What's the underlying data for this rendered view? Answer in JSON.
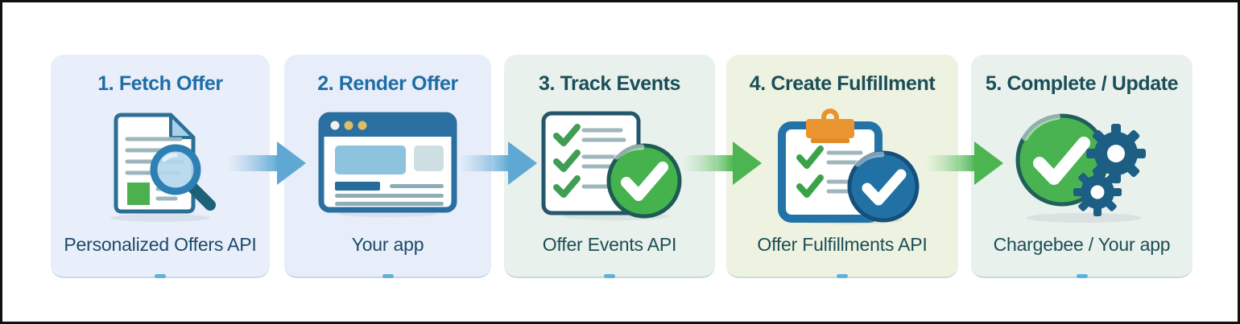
{
  "steps": [
    {
      "title": "1. Fetch Offer",
      "label": "Personalized Offers API",
      "icon": "document-search-icon",
      "theme": "blue",
      "card_bg": "#e9effa"
    },
    {
      "title": "2. Render Offer",
      "label": "Your app",
      "icon": "browser-window-icon",
      "theme": "blue",
      "card_bg": "#e7eefa"
    },
    {
      "title": "3. Track Events",
      "label": "Offer Events API",
      "icon": "checklist-check-icon",
      "theme": "mint",
      "card_bg": "#e8f1eb"
    },
    {
      "title": "4. Create Fulfillment",
      "label": "Offer Fulfillments API",
      "icon": "clipboard-check-icon",
      "theme": "lime",
      "card_bg": "#eef3e1"
    },
    {
      "title": "5. Complete / Update",
      "label": "Chargebee / Your app",
      "icon": "check-gears-icon",
      "theme": "mint",
      "card_bg": "#e8f1ec"
    }
  ],
  "arrows": [
    {
      "from": "1. Fetch Offer",
      "to": "2. Render Offer",
      "color": "#5fa8d4",
      "style": "gradient-fade-tail"
    },
    {
      "from": "2. Render Offer",
      "to": "3. Track Events",
      "color": "#5fa8d4",
      "style": "gradient-fade-tail"
    },
    {
      "from": "3. Track Events",
      "to": "4. Create Fulfillment",
      "color": "#4cb552",
      "style": "gradient-fade-tail"
    },
    {
      "from": "4. Create Fulfillment",
      "to": "5. Complete / Update",
      "color": "#4cb552",
      "style": "gradient-fade-tail"
    }
  ],
  "colors": {
    "page_background": "#ffffff",
    "page_border": "#111111",
    "title_blue": "#1e6da6",
    "title_teal": "#1b4e58",
    "label_blue": "#1b4a68",
    "label_teal": "#1b4e55",
    "arrow_blue": "#5fa8d4",
    "arrow_green": "#4cb552",
    "check_green": "#45b24e",
    "check_circle_blue": "#2171a4",
    "clipboard_clip_orange": "#ea9530",
    "gear_dark_blue": "#1d5e85",
    "icon_outline_blue": "#2a6f9f",
    "icon_outline_teal": "#24566c",
    "icon_line_gray": "#9db7bd"
  }
}
